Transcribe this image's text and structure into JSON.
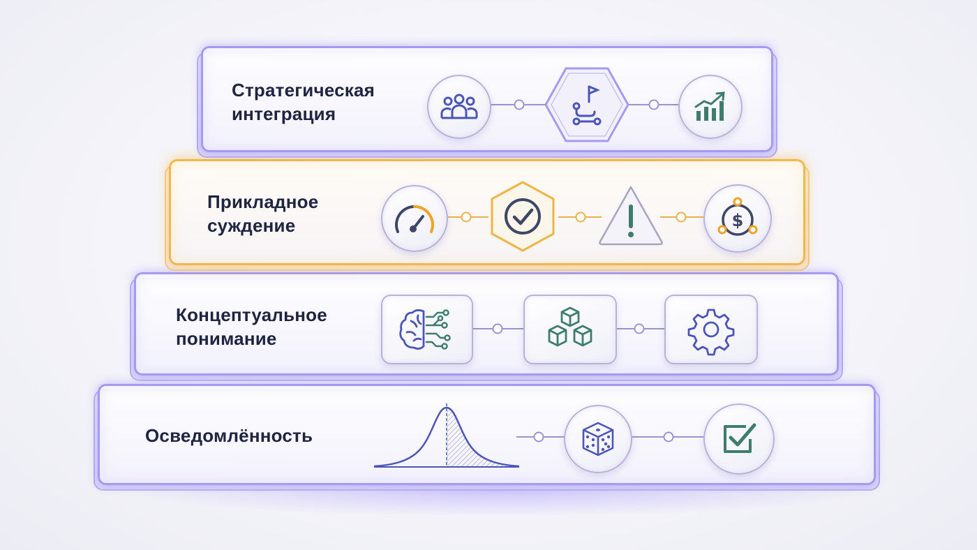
{
  "tiers": [
    {
      "label_line1": "Стратегическая",
      "label_line2": "интеграция"
    },
    {
      "label_line1": "Прикладное",
      "label_line2": "суждение"
    },
    {
      "label_line1": "Концептуальное",
      "label_line2": "понимание"
    },
    {
      "label_line1": "Осведомлённость",
      "label_line2": ""
    }
  ],
  "icons": {
    "tier1": [
      "team-icon",
      "roadmap-flag-icon",
      "growth-chart-icon"
    ],
    "tier2": [
      "gauge-icon",
      "checkmark-icon",
      "warning-icon",
      "money-cycle-icon"
    ],
    "tier3": [
      "brain-network-icon",
      "cubes-icon",
      "gear-icon"
    ],
    "tier4": [
      "normal-distribution-icon",
      "dice-icon",
      "checkbox-icon"
    ]
  },
  "colors": {
    "accent_purple": "#a59af0",
    "highlight_gold": "#f0b84a",
    "icon_blue": "#4b55b8",
    "icon_green": "#3e7d6c",
    "text_dark": "#1f2440"
  }
}
